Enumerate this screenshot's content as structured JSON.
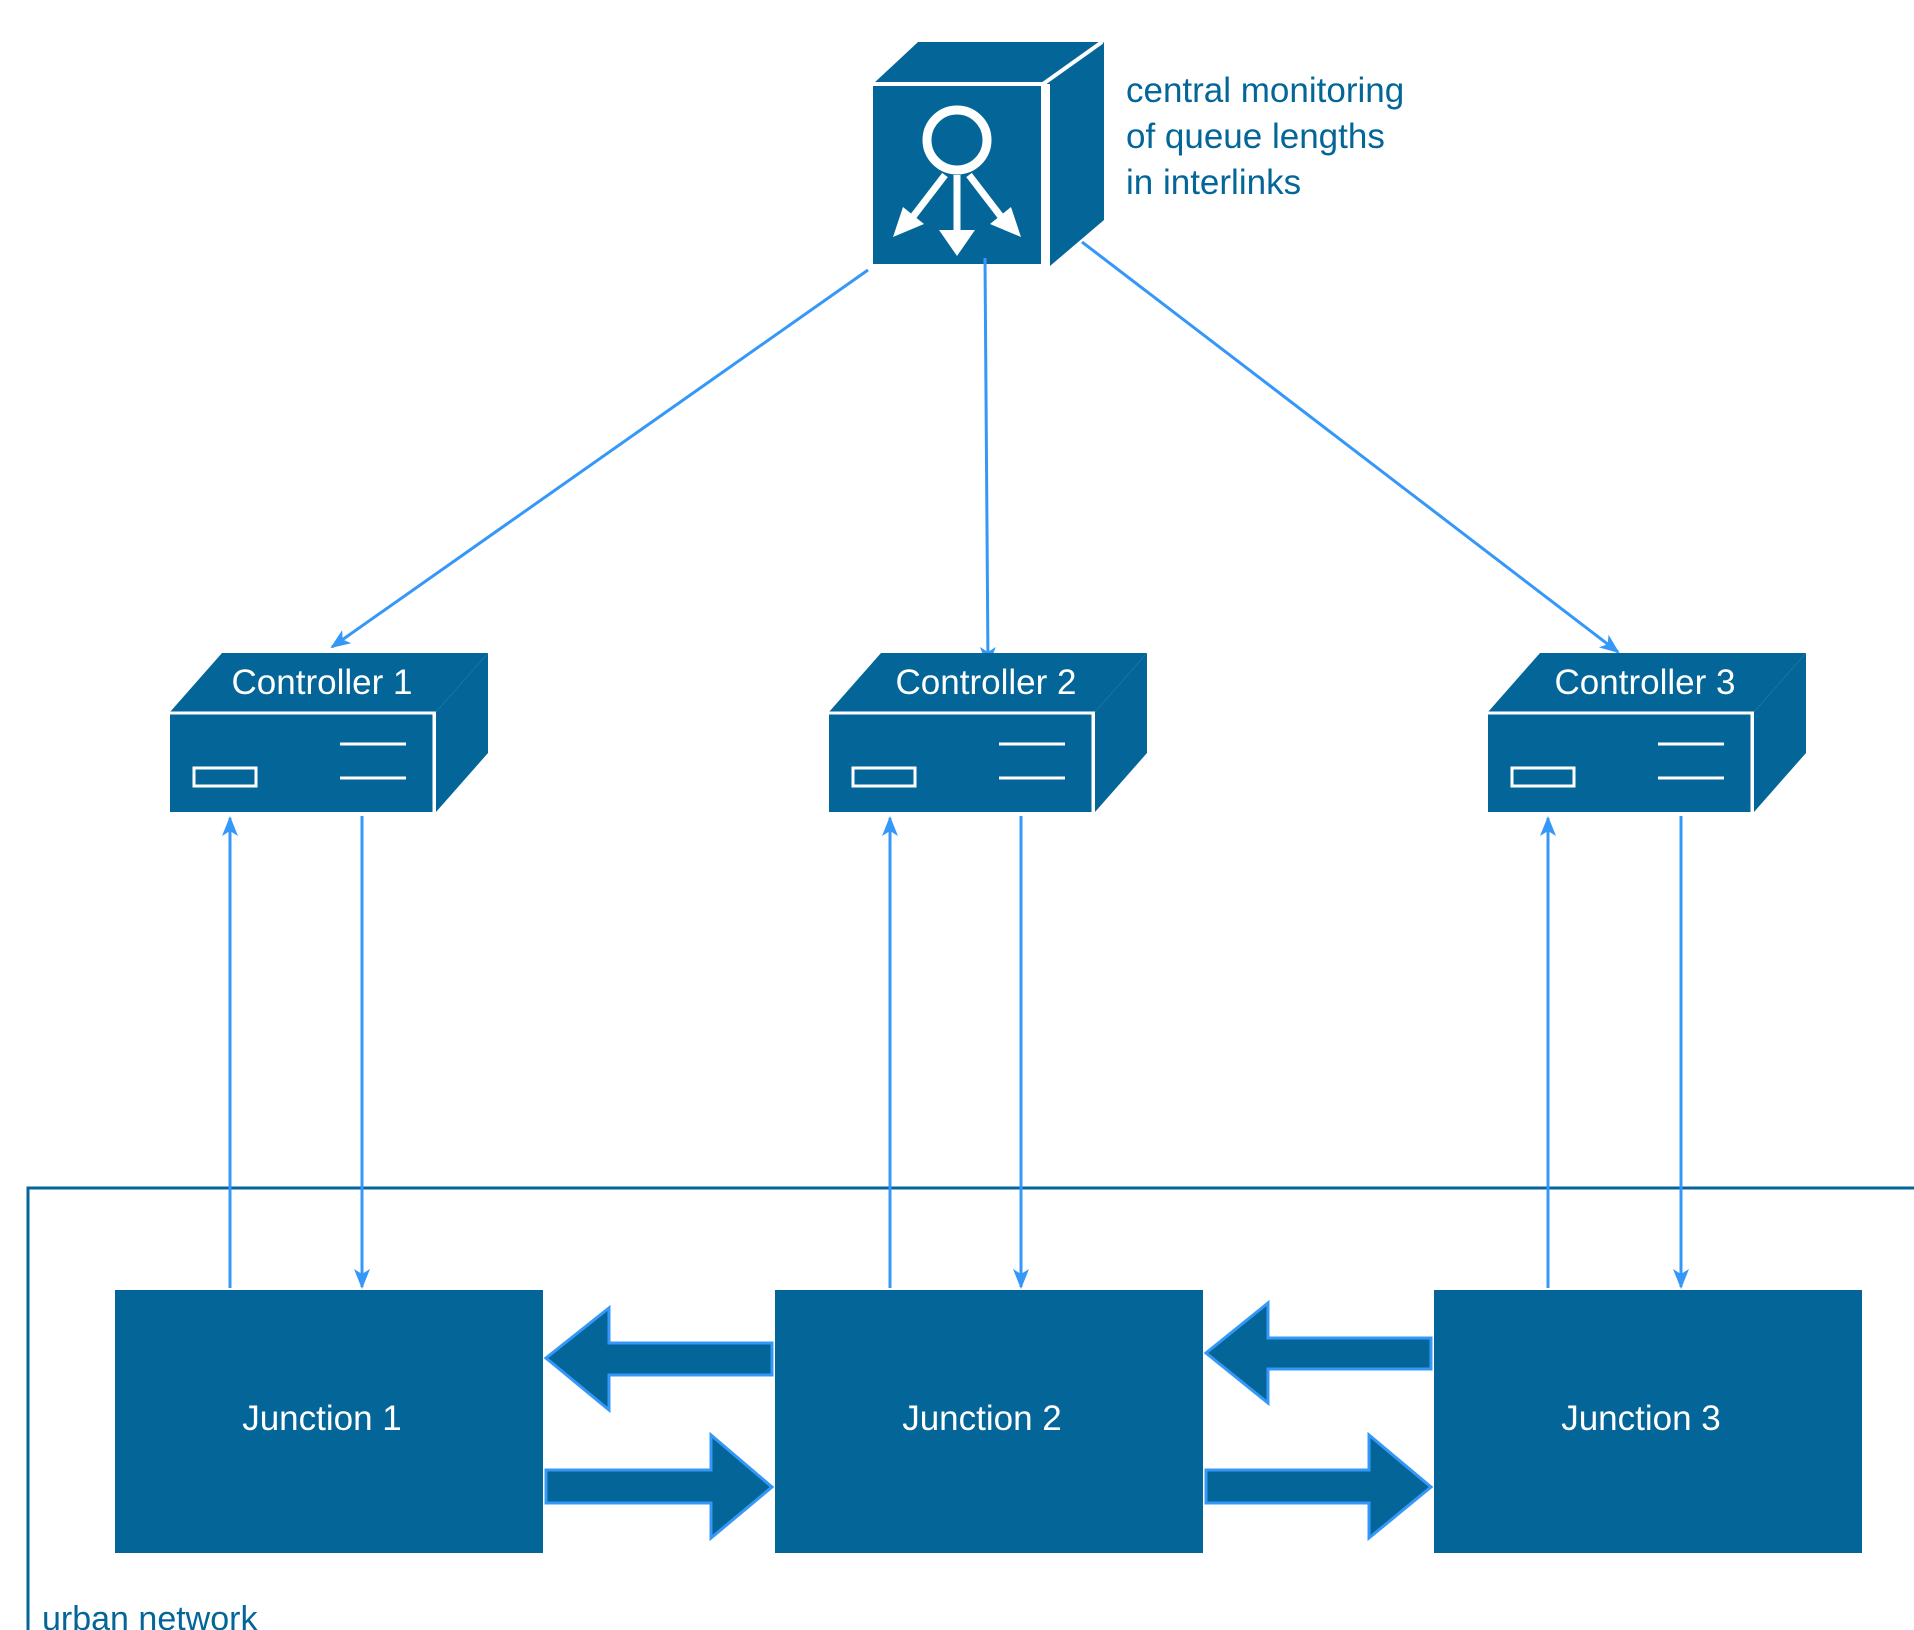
{
  "colors": {
    "node_fill": "#046698",
    "arrow_line": "#3598f8",
    "label_text": "#046698",
    "node_text": "#ffffff"
  },
  "monitor": {
    "icon": "monitoring-cube-icon",
    "label_lines": [
      "central monitoring",
      "of queue lengths",
      "in interlinks"
    ]
  },
  "controllers": [
    {
      "label": "Controller 1",
      "icon": "controller-device-icon"
    },
    {
      "label": "Controller 2",
      "icon": "controller-device-icon"
    },
    {
      "label": "Controller 3",
      "icon": "controller-device-icon"
    }
  ],
  "junctions": [
    {
      "label": "Junction 1"
    },
    {
      "label": "Junction 2"
    },
    {
      "label": "Junction 3"
    }
  ],
  "network": {
    "label": "urban network"
  }
}
